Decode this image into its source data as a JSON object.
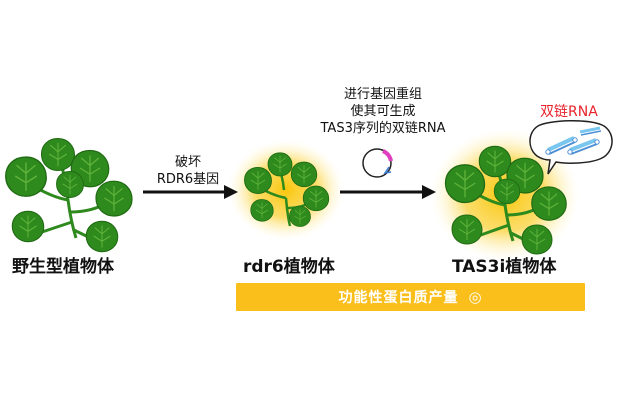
{
  "plants": {
    "wild_type": {
      "label": "野生型植物体"
    },
    "rdr6": {
      "label": "rdr6植物体"
    },
    "tas3i": {
      "label": "TAS3i植物体"
    }
  },
  "steps": {
    "destroy": {
      "line1": "破坏",
      "line2": "RDR6基因"
    },
    "recombine": {
      "line1": "进行基因重组",
      "line2": "使其可生成",
      "line3": "TAS3序列的双链RNA"
    }
  },
  "bubble": {
    "label": "双链RNA"
  },
  "banner": {
    "text": "功能性蛋白质产量",
    "symbol": "◎"
  },
  "colors": {
    "leaf": "#2f8a1e",
    "leaf_dark": "#1f6a12",
    "glow": "#f9c400",
    "banner": "#fbbf1c",
    "rna_label": "#e8222c",
    "plasmid_marker": "#e040c0"
  }
}
